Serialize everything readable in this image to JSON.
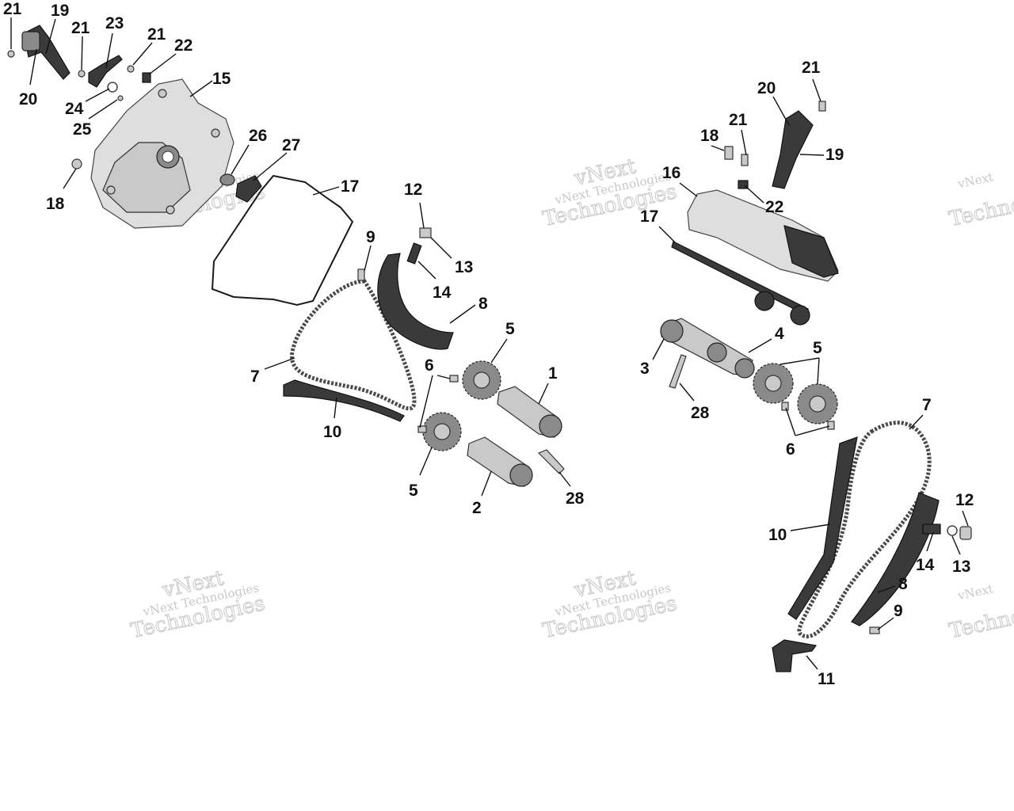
{
  "watermark": {
    "brand_line1": "vNext",
    "brand_line2": "Technologies",
    "brand_full": "vNext Technologies"
  },
  "callouts": {
    "left": [
      "21",
      "19",
      "20",
      "21",
      "23",
      "21",
      "22",
      "15",
      "24",
      "25",
      "26",
      "27",
      "18",
      "17",
      "12",
      "13",
      "14",
      "9",
      "8",
      "7",
      "10",
      "5",
      "6",
      "1",
      "5",
      "2",
      "28"
    ],
    "right": [
      "21",
      "20",
      "21",
      "18",
      "19",
      "16",
      "22",
      "17",
      "4",
      "3",
      "5",
      "28",
      "6",
      "7",
      "10",
      "12",
      "14",
      "13",
      "8",
      "9",
      "11"
    ]
  }
}
